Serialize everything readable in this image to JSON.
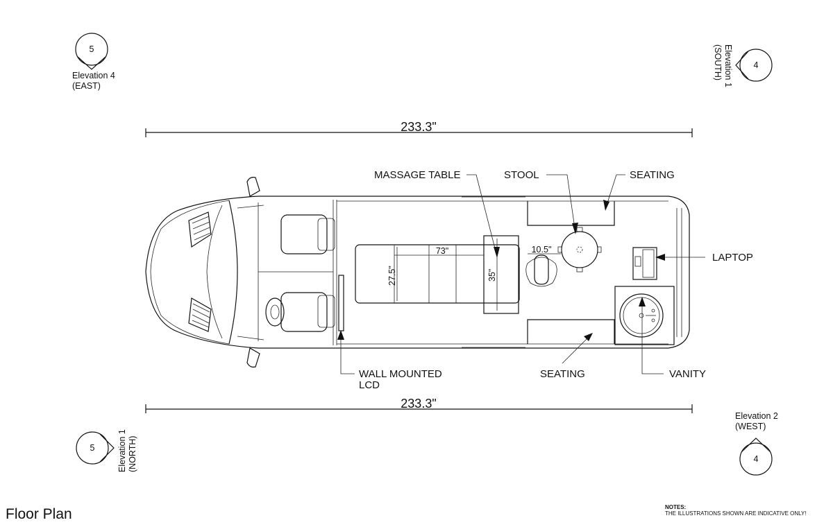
{
  "title": "Floor Plan",
  "notes": {
    "heading": "NOTES:",
    "text": "THE ILLUSTRATIONS SHOWN ARE INDICATIVE ONLY!"
  },
  "dimensions": {
    "top": "233.3\"",
    "bottom": "233.3\"",
    "table_length": "73\"",
    "table_width": "27.5\"",
    "table_head": "35\"",
    "stool_gap": "10.5\""
  },
  "elevations": [
    {
      "number": "5",
      "label": "Elevation 4",
      "direction": "(EAST)"
    },
    {
      "number": "4",
      "label": "Elevation 1",
      "direction": "(SOUTH)"
    },
    {
      "number": "5",
      "label": "Elevation 1",
      "direction": "(NORTH)"
    },
    {
      "number": "4",
      "label": "Elevation 2",
      "direction": "(WEST)"
    }
  ],
  "callouts": {
    "massage_table": "MASSAGE TABLE",
    "stool": "STOOL",
    "seating_top": "SEATING",
    "laptop": "LAPTOP",
    "lcd_line1": "WALL MOUNTED",
    "lcd_line2": "LCD",
    "seating_bottom": "SEATING",
    "vanity": "VANITY"
  }
}
